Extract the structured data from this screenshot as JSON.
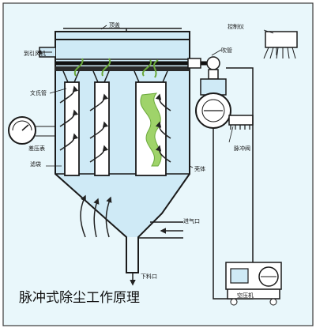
{
  "title": "脉冲式除尘工作原理",
  "labels": {
    "top_cover": "顶盖",
    "controller": "控制仪",
    "to_fan": "到引风机",
    "blow_pipe": "吹管",
    "venturi": "文氏管",
    "pressure_gauge": "差压表",
    "filter_bag": "滤袋",
    "pulse_valve": "脉冲阀",
    "shell": "壳体",
    "air_inlet": "进气口",
    "discharge": "下料口",
    "compressor": "空压机"
  },
  "colors": {
    "background": "#ffffff",
    "panel": "#e9f7fb",
    "housing": "#cfeaf6",
    "line": "#1a1a1a",
    "bag_fill": "#9fd36a",
    "arrow": "#222222"
  }
}
